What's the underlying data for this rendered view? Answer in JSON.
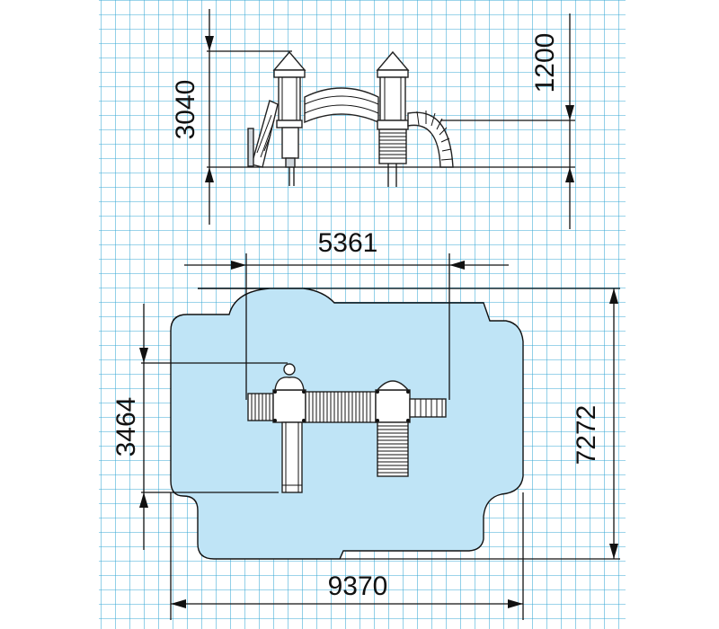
{
  "colors": {
    "grid": "#3aa9d6",
    "safety_zone": "#bfe4f6",
    "line": "#111111",
    "background": "#ffffff"
  },
  "elevation_view": {
    "height_dimension": "3040",
    "platform_height_dimension": "1200"
  },
  "plan_view": {
    "equipment_width_dimension": "5361",
    "equipment_depth_dimension": "3464",
    "safety_zone_width_dimension": "9370",
    "safety_zone_depth_dimension": "7272"
  }
}
